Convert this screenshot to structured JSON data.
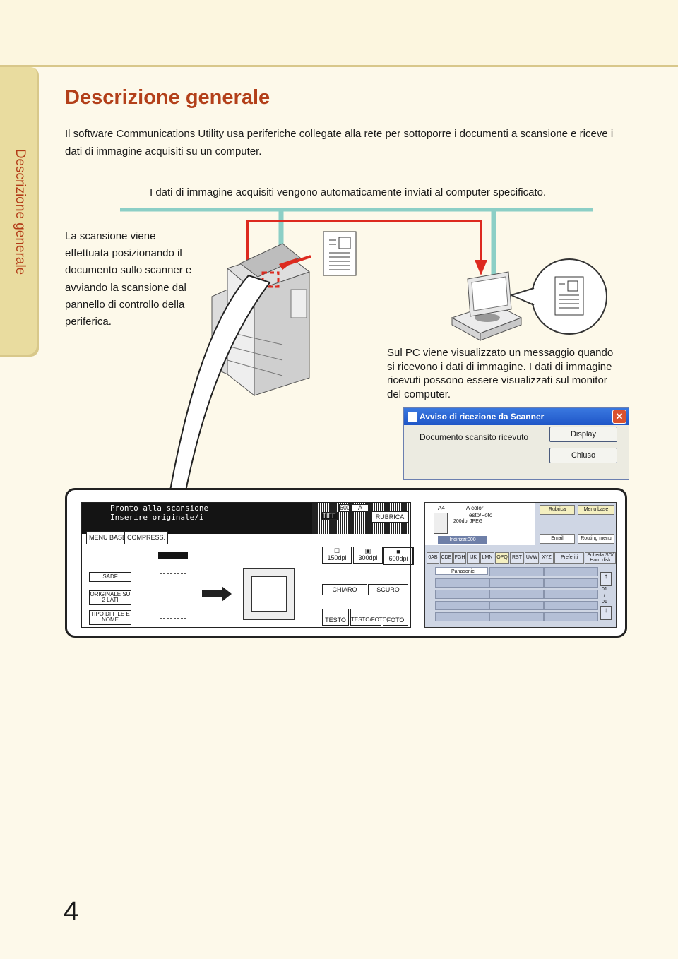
{
  "side_tab": {
    "label": "Descrizione generale"
  },
  "title": "Descrizione generale",
  "intro": "Il software Communications Utility usa periferiche collegate alla rete per sottoporre i documenti a scansione e riceve i dati di immagine acquisiti su un computer.",
  "diagram": {
    "top_caption": "I dati di immagine acquisiti vengono automaticamente inviati al computer specificato.",
    "left_caption": "La scansione viene effettuata posizionando il documento sullo scanner e avviando la scansione dal pannello di controllo della periferica.",
    "pc_caption": "Sul PC viene visualizzato un messaggio quando si ricevono i dati di immagine. I dati di immagine ricevuti possono essere visualizzati sul monitor del computer."
  },
  "dialog": {
    "title": "Avviso di ricezione da Scanner",
    "message": "Documento scansito ricevuto",
    "display_button": "Display",
    "close_button": "Chiuso",
    "close_glyph": "✕"
  },
  "panel_lcd": {
    "line1": "Pronto alla scansione",
    "line2": "Inserire originale/i",
    "top_600": "600",
    "top_a": "A",
    "tiff": "TIFF",
    "rubrica": "RUBRICA",
    "tab_base": "MENU BASE",
    "tab_compress": "COMPRESS.",
    "sadf": "SADF",
    "orig2": "ORIGINALE SU 2 LATI",
    "filetype": "TIPO DI FILE E NOME",
    "dpi_150": "150dpi",
    "dpi_300": "300dpi",
    "dpi_600": "600dpi",
    "chiaro": "CHIARO",
    "scuro": "SCURO",
    "testo": "TESTO",
    "testofoto": "TESTO/FOTO",
    "foto": "FOTO"
  },
  "panel_touch": {
    "paper": "A4",
    "color": "A colori",
    "mode": "Testo/Foto",
    "res": "200dpi JPEG",
    "rubrica": "Rubrica",
    "menu_base": "Menu base",
    "indirizzi": "Indirizzi:000",
    "email": "Email",
    "routing": "Routing menu",
    "tabs": [
      "0AB",
      "CDE",
      "FGH",
      "IJK",
      "LMN",
      "OPQ",
      "RST",
      "UVW",
      "XYZ",
      "Preferiti",
      "Scheda SD/ Hard disk"
    ],
    "entry": "Panasonic",
    "page_top": "01",
    "page_sep": "/",
    "page_bottom": "01"
  },
  "page_number": "4"
}
